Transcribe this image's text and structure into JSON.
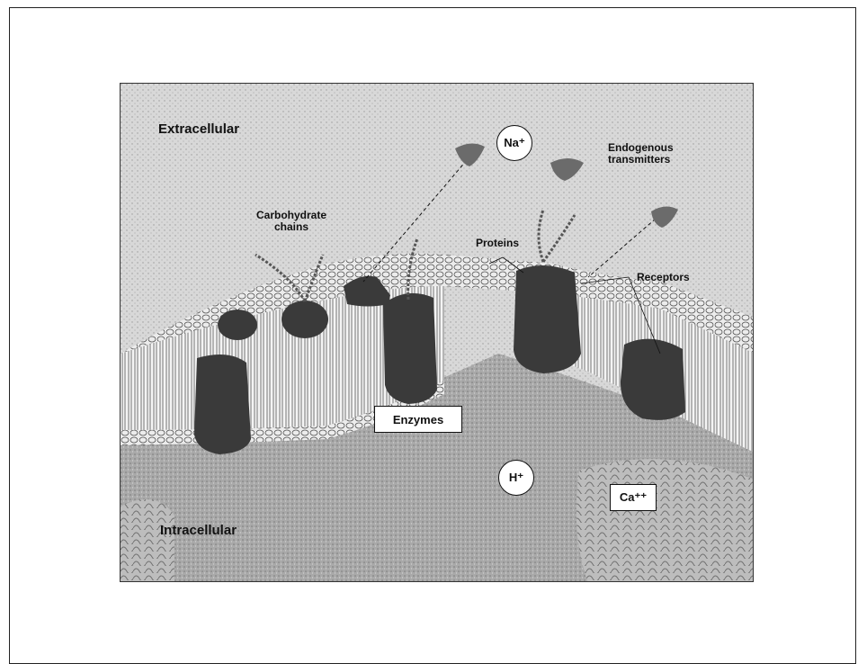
{
  "regions": {
    "extracellular": "Extracellular",
    "intracellular": "Intracellular"
  },
  "ions": {
    "sodium": "Na⁺",
    "hydrogen": "H⁺",
    "calcium": "Ca⁺⁺"
  },
  "labels": {
    "carbohydrate_chains": "Carbohydrate chains",
    "endogenous_transmitters": "Endogenous transmitters",
    "proteins": "Proteins",
    "receptors": "Receptors",
    "enzymes": "Enzymes"
  },
  "colors": {
    "protein": "#3a3a3a",
    "transmitter": "#6b6b6b",
    "background": "#dcdcdc",
    "cytoplasm": "#b8b8b8"
  }
}
